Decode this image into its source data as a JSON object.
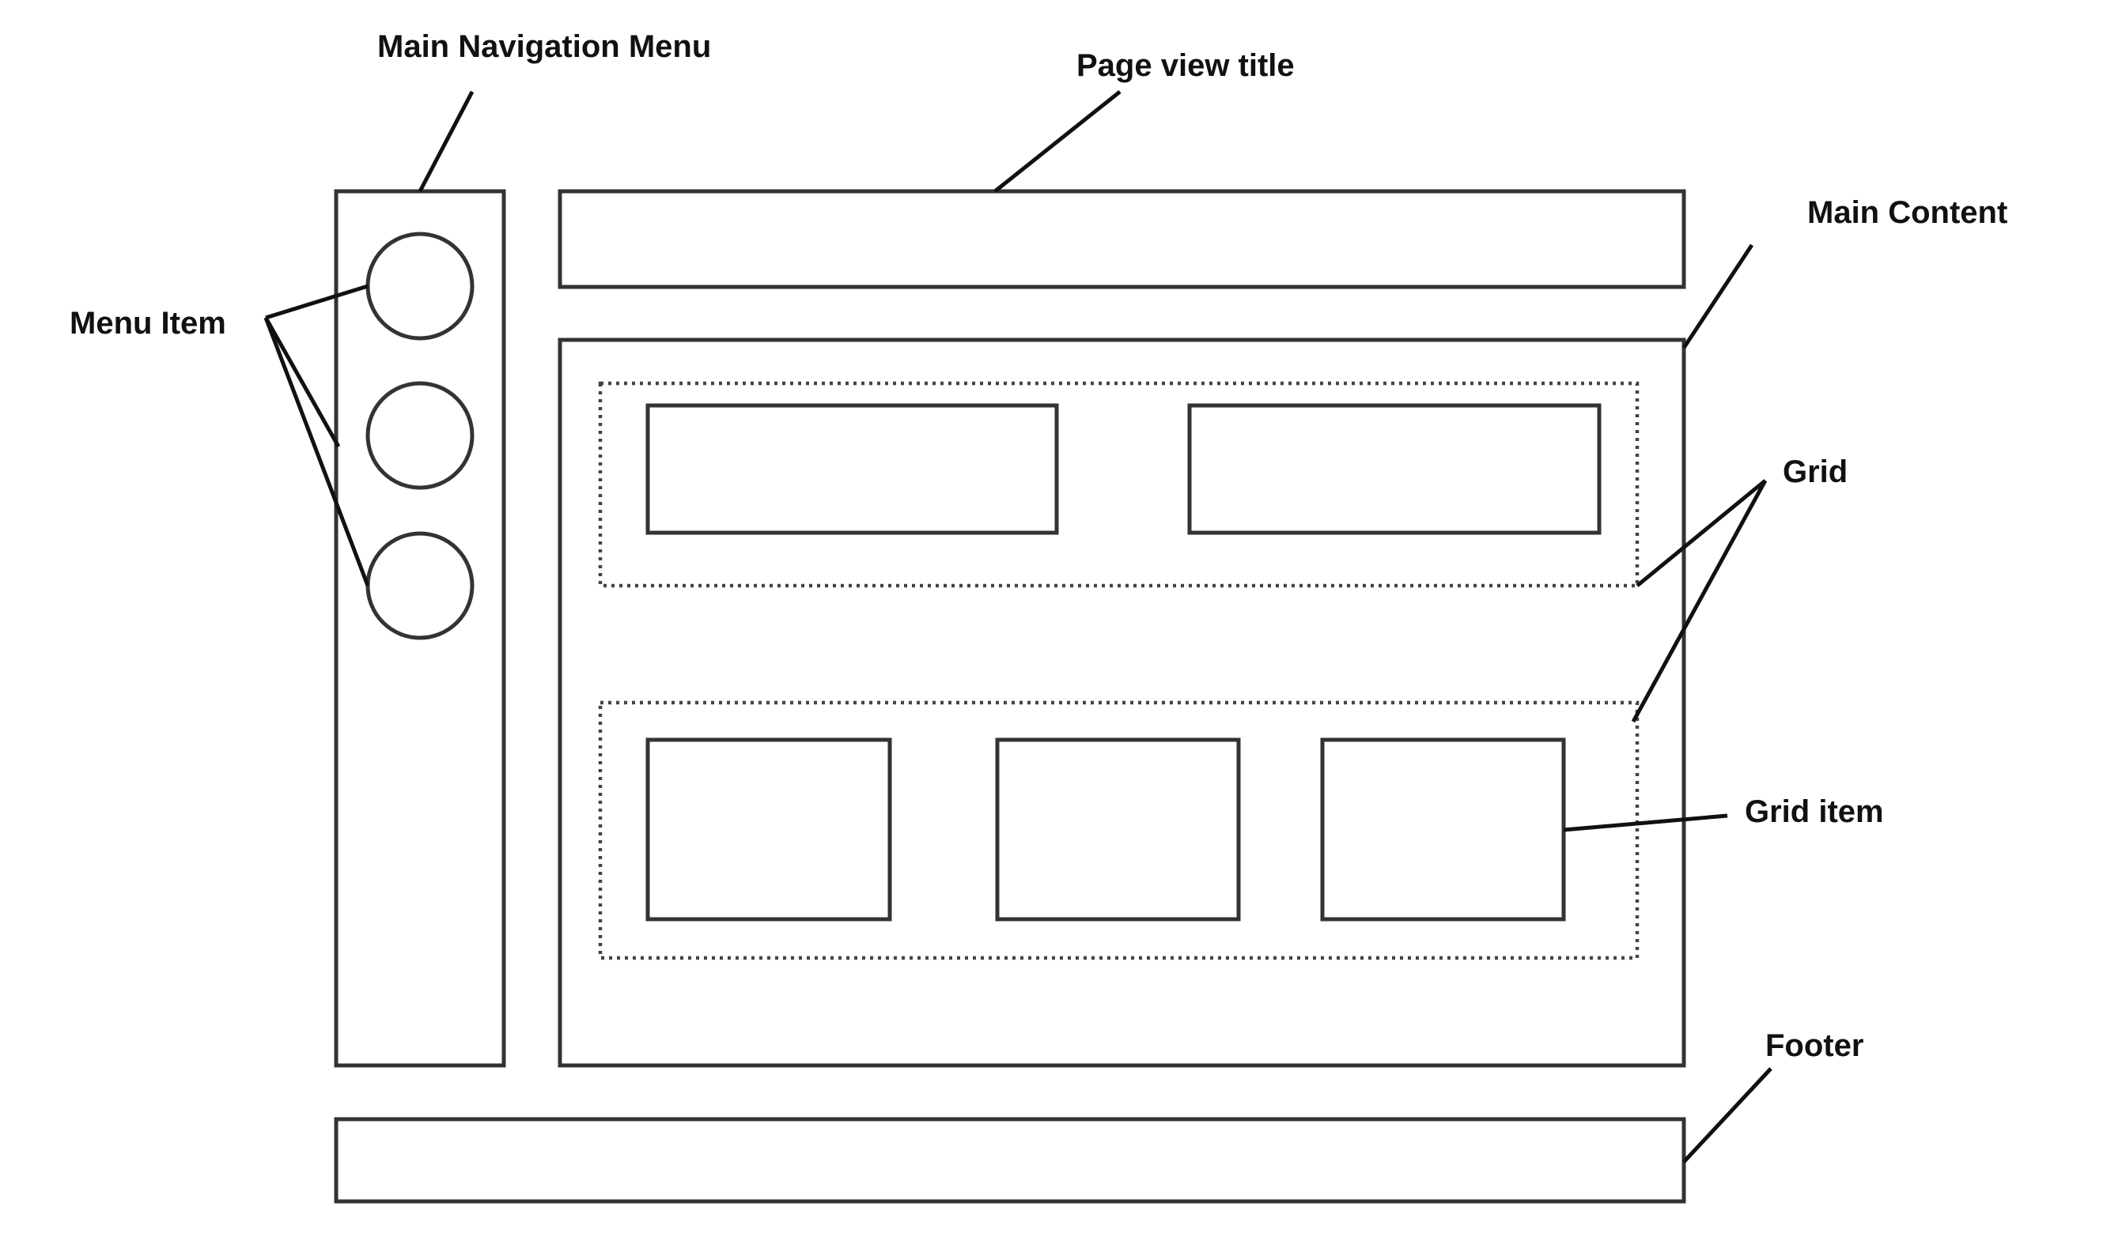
{
  "labels": {
    "main_navigation_menu": "Main Navigation Menu",
    "page_view_title": "Page view title",
    "main_content": "Main Content",
    "menu_item": "Menu Item",
    "grid": "Grid",
    "grid_item": "Grid item",
    "footer": "Footer"
  },
  "colors": {
    "stroke": "#333333",
    "text": "#111111",
    "background": "#ffffff"
  }
}
